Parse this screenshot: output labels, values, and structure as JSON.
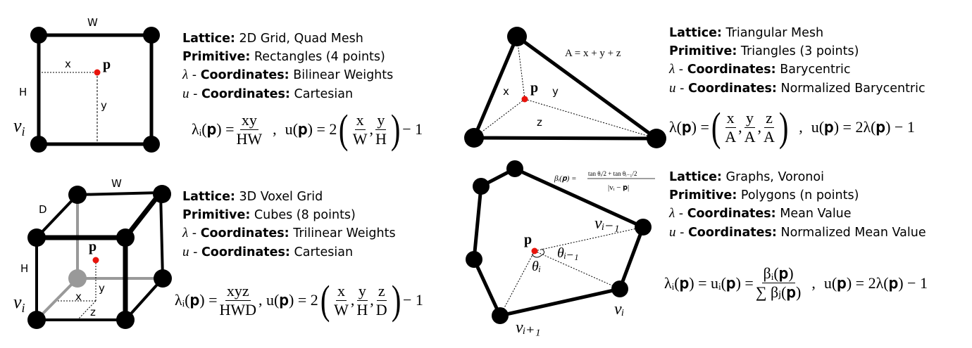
{
  "panels": [
    {
      "lattice_label": "Lattice:",
      "lattice": "2D Grid, Quad Mesh",
      "primitive_label": "Primitive:",
      "primitive": "Rectangles (4 points)",
      "lambda_sym": "λ",
      "u_sym": "u",
      "coord_label": "Coordinates:",
      "lambda_coords": "Bilinear Weights",
      "u_coords": "Cartesian",
      "formula": {
        "lhs": "λᵢ(𝐩) =",
        "num": "xy",
        "den": "HW",
        "sep": ",",
        "u_lhs": "u(𝐩) = 2",
        "fracs": [
          [
            "x",
            "W"
          ],
          [
            "y",
            "H"
          ]
        ],
        "tail": "− 1"
      },
      "diagram": {
        "w": "W",
        "h": "H",
        "x": "x",
        "y": "y",
        "p": "p",
        "v": "v",
        "vsub": "i"
      }
    },
    {
      "lattice_label": "Lattice:",
      "lattice": "Triangular Mesh",
      "primitive_label": "Primitive:",
      "primitive": "Triangles (3 points)",
      "lambda_sym": "λ",
      "u_sym": "u",
      "coord_label": "Coordinates:",
      "lambda_coords": "Barycentric",
      "u_coords": "Normalized Barycentric",
      "formula": {
        "lhs": "λ(𝐩) =",
        "fracs": [
          [
            "x",
            "A"
          ],
          [
            "y",
            "A"
          ],
          [
            "z",
            "A"
          ]
        ],
        "sep": ",",
        "u_rhs": "u(𝐩) = 2λ(𝐩) − 1"
      },
      "diagram": {
        "area": "A = x + y + z",
        "x": "x",
        "y": "y",
        "z": "z",
        "p": "p"
      }
    },
    {
      "lattice_label": "Lattice:",
      "lattice": "3D Voxel Grid",
      "primitive_label": "Primitive:",
      "primitive": "Cubes (8 points)",
      "lambda_sym": "λ",
      "u_sym": "u",
      "coord_label": "Coordinates:",
      "lambda_coords": "Trilinear Weights",
      "u_coords": "Cartesian",
      "formula": {
        "lhs": "λᵢ(𝐩) =",
        "num": "xyz",
        "den": "HWD",
        "sep": ",",
        "u_lhs": "u(𝐩) = 2",
        "fracs": [
          [
            "x",
            "W"
          ],
          [
            "y",
            "H"
          ],
          [
            "z",
            "D"
          ]
        ],
        "tail": "− 1"
      },
      "diagram": {
        "w": "W",
        "h": "H",
        "d": "D",
        "x": "x",
        "y": "y",
        "z": "z",
        "p": "p",
        "v": "v",
        "vsub": "i"
      }
    },
    {
      "lattice_label": "Lattice:",
      "lattice": "Graphs, Voronoi",
      "primitive_label": "Primitive:",
      "primitive": "Polygons (n points)",
      "lambda_sym": "λ",
      "u_sym": "u",
      "coord_label": "Coordinates:",
      "lambda_coords": "Mean Value",
      "u_coords": "Normalized Mean Value",
      "formula": {
        "lhs": "λᵢ(𝐩) = uᵢ(𝐩) =",
        "num": "βᵢ(𝐩)",
        "den": "∑ βⱼ(𝐩)",
        "sep": ",",
        "u_rhs": "u(𝐩) = 2λ(𝐩) − 1"
      },
      "diagram": {
        "beta": "βᵢ(𝐩) =",
        "beta_num": "tan θᵢ/2 + tan θᵢ₋₁/2",
        "beta_den": "|vᵢ − 𝐩|",
        "p": "p",
        "theta_i": "θᵢ",
        "theta_im1": "θᵢ₋₁",
        "v_im1": "vᵢ₋₁",
        "v_i": "vᵢ",
        "v_ip1": "vᵢ₊₁"
      }
    }
  ],
  "colors": {
    "point": "#e8140c",
    "line": "#000000",
    "hidden": "#999999"
  }
}
